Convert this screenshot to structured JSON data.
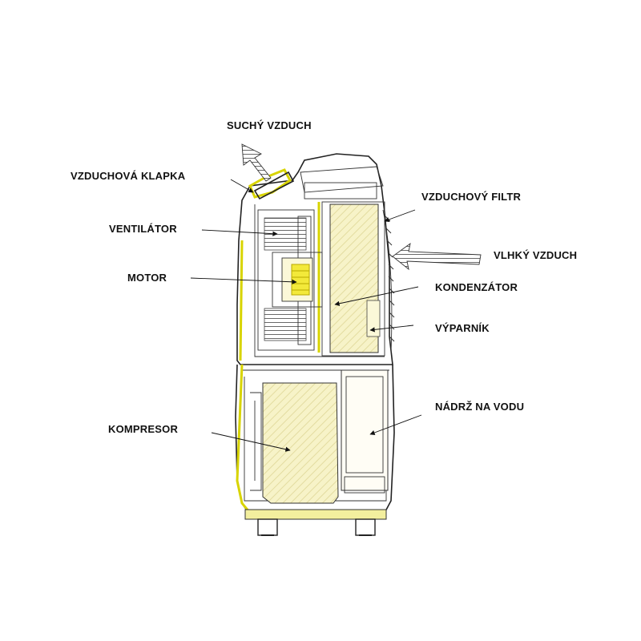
{
  "labels": {
    "dry_air": "SUCHÝ VZDUCH",
    "air_flap": "VZDUCHOVÁ KLAPKA",
    "fan": "VENTILÁTOR",
    "motor": "MOTOR",
    "air_filter": "VZDUCHOVÝ FILTR",
    "humid_air": "VLHKÝ VZDUCH",
    "condenser": "KONDENZÁTOR",
    "evaporator": "VÝPARNÍK",
    "water_tank": "NÁDRŽ NA VODU",
    "compressor": "KOMPRESOR"
  },
  "colors": {
    "highlight": "#d8d400",
    "hatch_fill": "#f7f3c8",
    "line": "#222222",
    "background": "#ffffff"
  }
}
